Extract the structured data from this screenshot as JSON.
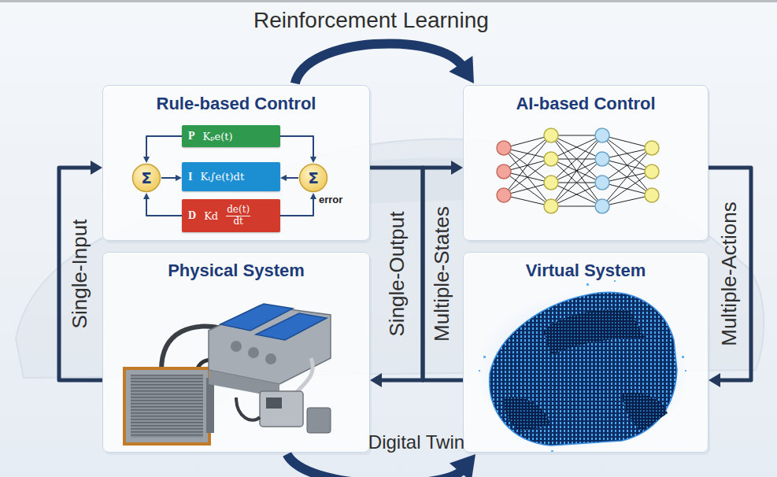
{
  "diagram": {
    "nodes": [
      {
        "text": [
          "Rule-based Control"
        ]
      },
      {
        "text": [
          "P",
          "Kₚe(t)"
        ],
        "in": 0
      },
      {
        "text": [
          "Σ"
        ],
        "in": 0
      },
      {
        "text": [
          "I",
          "Kᵢ∫e(t)dt"
        ],
        "in": 0
      },
      {
        "text": [
          "Σ",
          "error"
        ],
        "in": 0
      },
      {
        "text": [
          "D",
          "Kd",
          "de(t)",
          "dt"
        ],
        "in": 0
      },
      {
        "text": [
          "AI-based Control"
        ]
      },
      {
        "text": [
          "Physical System"
        ]
      },
      {
        "text": [
          "Virtual System"
        ]
      }
    ],
    "edges": [
      {
        "from": 1,
        "to": 2,
        "arrow": "to"
      },
      {
        "from": 1,
        "to": 4,
        "arrow": "to"
      },
      {
        "from": 2,
        "to": 3,
        "arrow": "to"
      },
      {
        "from": 4,
        "to": 3,
        "arrow": "to"
      },
      {
        "from": 5,
        "to": 2,
        "arrow": "to"
      },
      {
        "from": 5,
        "to": 4,
        "arrow": "to"
      },
      {
        "from": 0,
        "to": 6,
        "label": "Reinforcement Learning",
        "arrow": "to"
      },
      {
        "from": 7,
        "to": 0,
        "label": "Single-Input",
        "arrow": "to"
      },
      {
        "from": 0,
        "to": 7,
        "label": "Single-Output",
        "arrow": "to"
      },
      {
        "from": 8,
        "to": 6,
        "label": "Multiple-States",
        "arrow": "to"
      },
      {
        "from": 6,
        "to": 8,
        "label": "Multiple-Actions",
        "arrow": "to"
      },
      {
        "from": 7,
        "to": 8,
        "label": "Digital Twin",
        "arrow": "to"
      }
    ]
  }
}
